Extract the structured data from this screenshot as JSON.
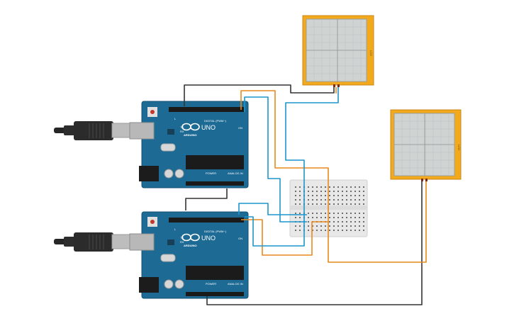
{
  "boards": [
    {
      "brand": "ARDUINO",
      "model": "UNO",
      "digital_header": "DIGITAL (PWM~)",
      "power_header": "POWER",
      "analog_header": "ANALOG IN",
      "led_labels": [
        "L",
        "TX",
        "RX"
      ],
      "on_label": "ON"
    },
    {
      "brand": "ARDUINO",
      "model": "UNO",
      "digital_header": "DIGITAL (PWM~)",
      "power_header": "POWER",
      "analog_header": "ANALOG IN",
      "led_labels": [
        "L",
        "TX",
        "RX"
      ],
      "on_label": "ON"
    }
  ],
  "lcd_panels": [
    {
      "side_label": "LCD"
    },
    {
      "side_label": "LCD"
    }
  ],
  "breadboard": {
    "rows": 10,
    "columns": 17
  },
  "colors": {
    "board_blue": "#1d6a94",
    "board_edge": "#145173",
    "lcd_frame": "#f2a91c",
    "lcd_screen": "#cfd3d2",
    "breadboard": "#e8e8e8",
    "wire_black": "#333333",
    "wire_orange": "#e8891c",
    "wire_blue": "#1c96cc"
  }
}
